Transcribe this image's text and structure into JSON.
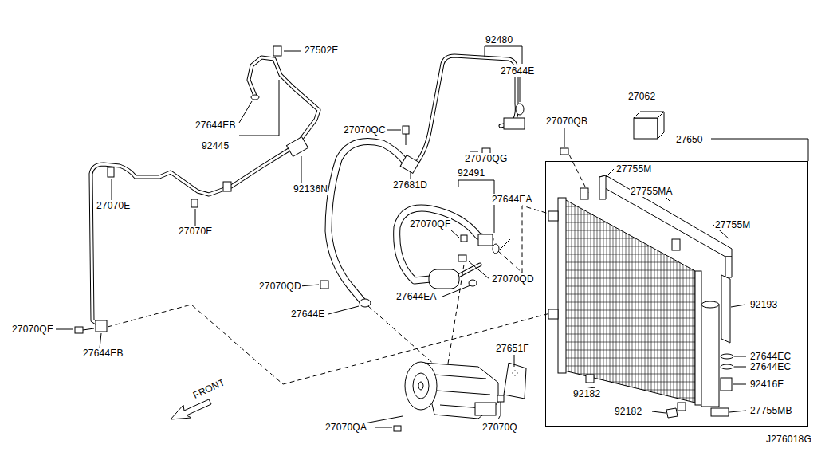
{
  "diagram": {
    "nodes": [
      {
        "text": [
          "27650"
        ]
      }
    ],
    "labels": [
      "27502E",
      "92480",
      "27644E",
      "27644EB",
      "92445",
      "27070QC",
      "27070QB",
      "27062",
      "27070QG",
      "92491",
      "92136N",
      "27681D",
      "27755M",
      "27755MA",
      "27644EA",
      "27070E",
      "27755M",
      "27070E",
      "27070QF",
      "27070QD",
      "27070QD",
      "27644EA",
      "92193",
      "27644E",
      "27070QE",
      "27644EB",
      "27651F",
      "27644EC",
      "27644EC",
      "92182",
      "92416E",
      "FRONT",
      "92182",
      "27755MB",
      "27070QA",
      "27070Q",
      "J276018G"
    ]
  }
}
